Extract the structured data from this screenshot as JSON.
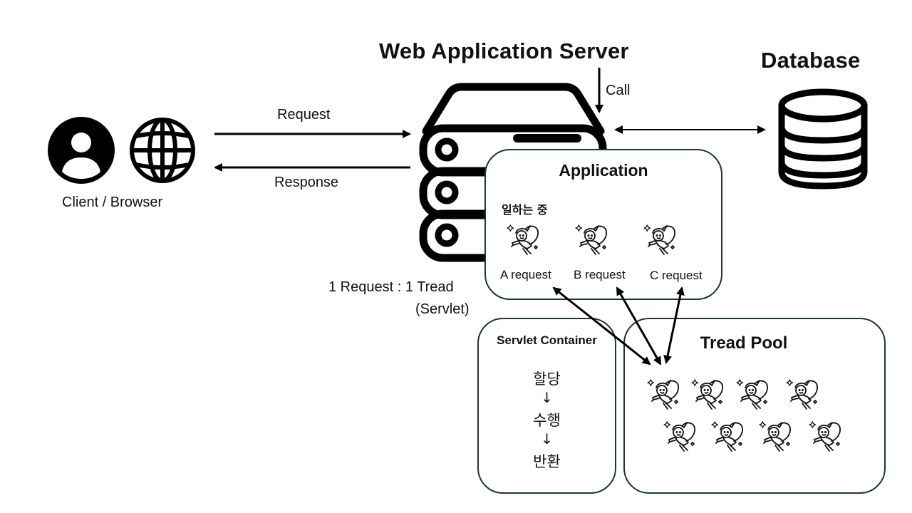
{
  "was": {
    "title": "Web Application Server",
    "call_label": "Call"
  },
  "database": {
    "title": "Database"
  },
  "client": {
    "label": "Client / Browser",
    "icons": [
      "user-circle-icon",
      "globe-icon"
    ]
  },
  "flows": {
    "request_label": "Request",
    "response_label": "Response"
  },
  "mapping": {
    "line1": "1 Request : 1 Tread",
    "line2": "(Servlet)"
  },
  "application": {
    "title": "Application",
    "status": "일하는 중",
    "workers": [
      {
        "label": "A request",
        "icon": "fairy-icon"
      },
      {
        "label": "B request",
        "icon": "fairy-icon"
      },
      {
        "label": "C request",
        "icon": "fairy-icon"
      }
    ]
  },
  "servlet_container": {
    "title": "Servlet Container",
    "steps": [
      "할당",
      "수행",
      "반환"
    ],
    "step_arrow": "↓"
  },
  "thread_pool": {
    "title": "Tread Pool",
    "idle_thread_count": 8,
    "thread_icon": "fairy-icon"
  },
  "colors": {
    "ink": "#000000",
    "box_border": "#1b3441",
    "background": "#ffffff"
  }
}
